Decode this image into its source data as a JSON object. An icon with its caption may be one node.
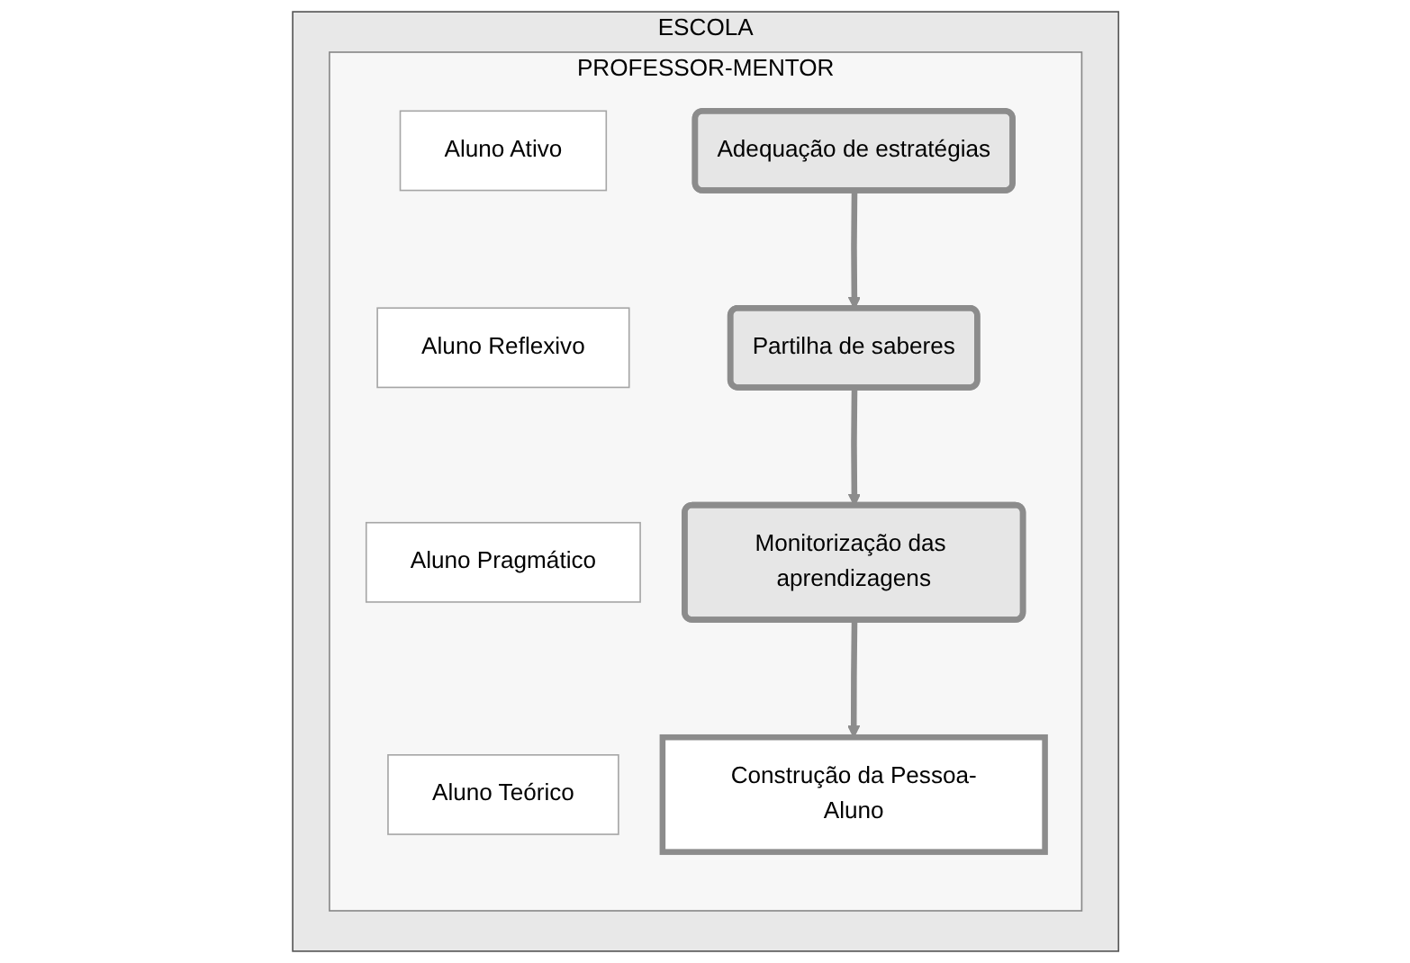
{
  "diagram": {
    "nodes": [
      {
        "text": [
          "ESCOLA"
        ]
      },
      {
        "text": [
          "PROFESSOR-MENTOR"
        ],
        "in": 0
      },
      {
        "text": [
          "Aluno Ativo"
        ],
        "in": 1
      },
      {
        "text": [
          "Aluno Reflexivo"
        ],
        "in": 1
      },
      {
        "text": [
          "Aluno Pragmático"
        ],
        "in": 1
      },
      {
        "text": [
          "Aluno Teórico"
        ],
        "in": 1
      },
      {
        "text": [
          "Adequação de estratégias"
        ],
        "in": 1
      },
      {
        "text": [
          "Partilha de saberes"
        ],
        "in": 1
      },
      {
        "text": [
          "Monitorização das aprendizagens"
        ],
        "in": 1
      },
      {
        "text": [
          "Construção da Pessoa-Aluno"
        ],
        "in": 1
      }
    ],
    "edges": [
      {
        "from": 6,
        "to": 7,
        "arrow": "to"
      },
      {
        "from": 7,
        "to": 8,
        "arrow": "to"
      },
      {
        "from": 8,
        "to": 9,
        "arrow": "to"
      }
    ]
  }
}
